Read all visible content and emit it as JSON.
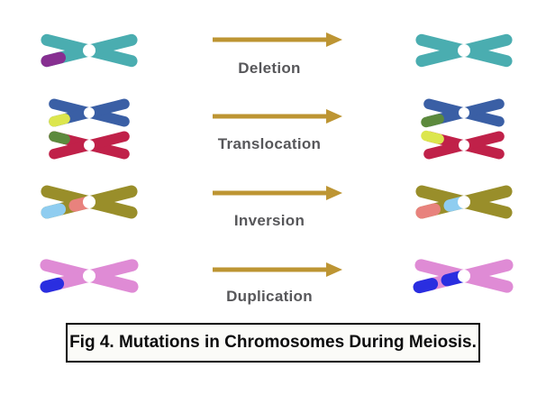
{
  "figure": {
    "caption": "Fig 4. Mutations in Chromosomes During Meiosis."
  },
  "colors": {
    "background": "#ffffff",
    "arrow": "#bd9533",
    "label_text": "#57575a",
    "caption_text": "#0c0c0d",
    "caption_border": "#000000",
    "caption_bg": "#fbfbf8",
    "centromere": "#ffffff",
    "teal": "#4aadb0",
    "purple": "#872f91",
    "blue": "#3a5fa5",
    "yellow_green": "#dce64d",
    "dark_green": "#5c8a3d",
    "crimson": "#c02149",
    "olive": "#998e2a",
    "sky_blue": "#8fcdf0",
    "salmon": "#e8827d",
    "orchid": "#df8bd5",
    "royal_blue": "#2a2ee0"
  },
  "rows": [
    {
      "label": "Deletion",
      "left": {
        "chromosomes": [
          {
            "body": "#4aadb0",
            "segments": [
              {
                "arm": "lower-left",
                "pos": 0,
                "len": 28,
                "color": "#872f91"
              }
            ]
          }
        ]
      },
      "right": {
        "chromosomes": [
          {
            "body": "#4aadb0",
            "segments": []
          }
        ]
      }
    },
    {
      "label": "Translocation",
      "left": {
        "chromosomes": [
          {
            "body": "#3a5fa5",
            "segments": [
              {
                "arm": "lower-left",
                "pos": 0,
                "len": 24,
                "color": "#dce64d"
              }
            ]
          },
          {
            "body": "#c02149",
            "segments": [
              {
                "arm": "upper-left",
                "pos": 0,
                "len": 24,
                "color": "#5c8a3d"
              }
            ]
          }
        ]
      },
      "right": {
        "chromosomes": [
          {
            "body": "#3a5fa5",
            "segments": [
              {
                "arm": "lower-left",
                "pos": -3,
                "len": 26,
                "color": "#5c8a3d"
              }
            ]
          },
          {
            "body": "#c02149",
            "segments": [
              {
                "arm": "upper-left",
                "pos": -3,
                "len": 26,
                "color": "#dce64d"
              }
            ]
          }
        ]
      }
    },
    {
      "label": "Inversion",
      "left": {
        "chromosomes": [
          {
            "body": "#998e2a",
            "segments": [
              {
                "arm": "lower-left",
                "pos": 0,
                "len": 28,
                "color": "#8fcdf0"
              },
              {
                "arm": "lower-left",
                "pos": 32,
                "len": 28,
                "color": "#e8827d"
              }
            ]
          }
        ]
      },
      "right": {
        "chromosomes": [
          {
            "body": "#998e2a",
            "segments": [
              {
                "arm": "lower-left",
                "pos": 0,
                "len": 28,
                "color": "#e8827d"
              },
              {
                "arm": "lower-left",
                "pos": 32,
                "len": 26,
                "color": "#8fcdf0"
              }
            ]
          }
        ]
      }
    },
    {
      "label": "Duplication",
      "left": {
        "chromosomes": [
          {
            "body": "#df8bd5",
            "segments": [
              {
                "arm": "lower-left",
                "pos": 0,
                "len": 27,
                "color": "#2a2ee0"
              }
            ]
          }
        ]
      },
      "right": {
        "chromosomes": [
          {
            "body": "#df8bd5",
            "segments": [
              {
                "arm": "lower-left",
                "pos": -2,
                "len": 28,
                "color": "#2a2ee0"
              },
              {
                "arm": "lower-left",
                "pos": 30,
                "len": 29,
                "color": "#2a2ee0"
              }
            ]
          }
        ]
      }
    }
  ]
}
